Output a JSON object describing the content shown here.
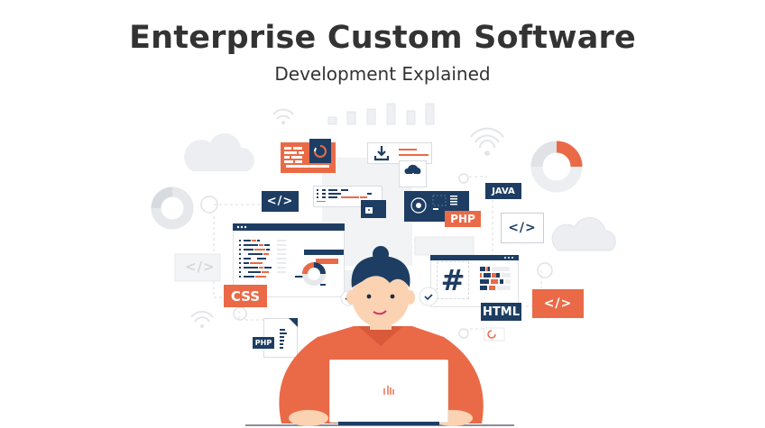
{
  "header": {
    "title": "Enterprise Custom Software",
    "subtitle": "Development Explained"
  },
  "illustration": {
    "labels": {
      "css": "CSS",
      "php_small": "PHP",
      "php_panel": "PHP",
      "java": "JAVA",
      "html": "HTML",
      "hash": "#",
      "code_tag": "</>"
    },
    "colors": {
      "navy": "#1e3d63",
      "orange": "#ea6a47",
      "light_gray": "#eceef1",
      "skin": "#fbd3b3",
      "text": "#333333"
    }
  }
}
